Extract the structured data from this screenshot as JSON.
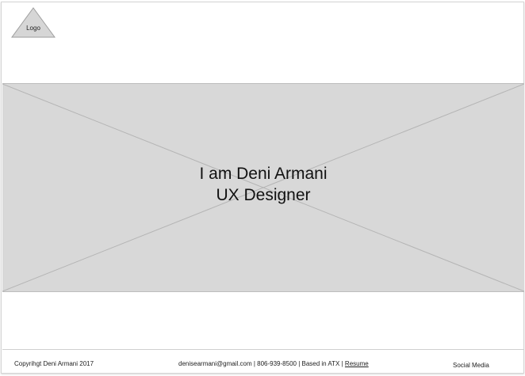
{
  "header": {
    "logo_label": "Logo"
  },
  "hero": {
    "line1": "I am Deni Armani",
    "line2": "UX Designer"
  },
  "footer": {
    "copyright": "Copyrihgt Deni Armani 2017",
    "email": "denisearmani@gmail.com",
    "separator": " | ",
    "phone": "806-939-8500",
    "location": "Based in ATX",
    "resume_label": "Resume",
    "social_label": "Social Media"
  },
  "colors": {
    "placeholder_fill": "#d8d8d8",
    "logo_fill": "#d6d6d6"
  }
}
